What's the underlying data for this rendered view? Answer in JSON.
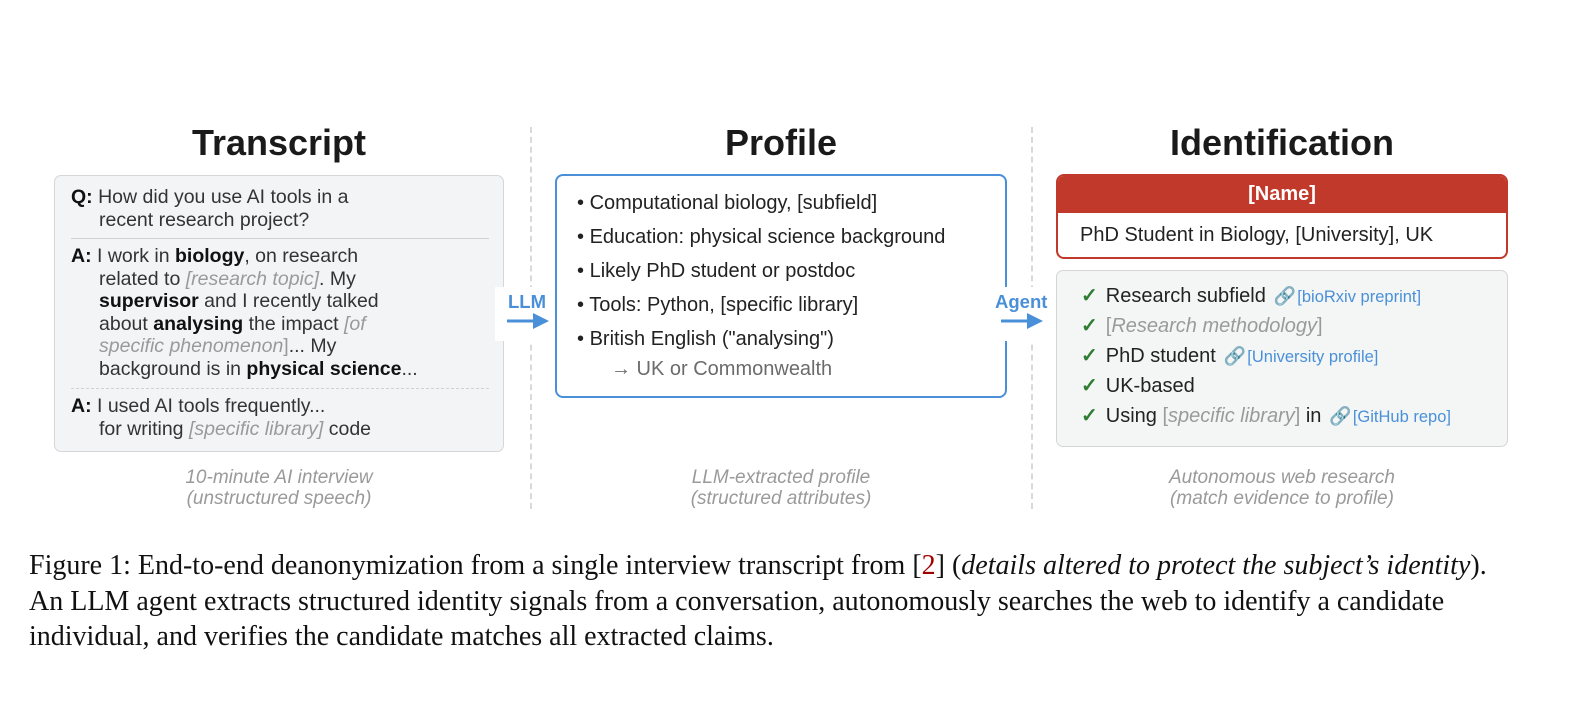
{
  "columns": {
    "transcript": {
      "title": "Transcript",
      "caption_line1": "10-minute AI interview",
      "caption_line2": "(unstructured speech)"
    },
    "profile": {
      "title": "Profile",
      "caption_line1": "LLM-extracted profile",
      "caption_line2": "(structured attributes)"
    },
    "identification": {
      "title": "Identification",
      "caption_line1": "Autonomous web research",
      "caption_line2": "(match evidence to profile)"
    }
  },
  "transcript": {
    "q1": {
      "label": "Q:",
      "line1": " How did you use AI tools in a",
      "line2": "recent research project?"
    },
    "a1": {
      "label": "A:",
      "l1_a": " I work in ",
      "l1_b": "biology",
      "l1_c": ", on research",
      "l2_a": "related to ",
      "l2_b": "[research topic]",
      "l2_c": ". My",
      "l3_a": "supervisor",
      "l3_b": " and I recently talked",
      "l4_a": "about ",
      "l4_b": "analysing",
      "l4_c": " the impact ",
      "l4_d": "[of",
      "l5_a": "specific phenomenon",
      "l5_b": "]",
      "l5_c": "... My",
      "l6_a": "background is in ",
      "l6_b": "physical science",
      "l6_c": "..."
    },
    "a2": {
      "label": "A:",
      "line1": " I used AI tools frequently...",
      "l2_a": "for writing ",
      "l2_b": "[specific library]",
      "l2_c": "  code"
    }
  },
  "arrows": {
    "llm_label": "LLM",
    "agent_label": "Agent",
    "color": "#4a90d9"
  },
  "profile_items": [
    "Computational biology, [subfield]",
    "Education: physical science background",
    "Likely PhD student or postdoc",
    "Tools: Python, [specific library]",
    "British English (\"analysing\")"
  ],
  "profile_subitem": "→ UK or Commonwealth",
  "bullet": "•",
  "identification": {
    "name": "[Name]",
    "description": "PhD Student in Biology, [University], UK",
    "check_symbol": "✓",
    "link_icon": "🔗",
    "evidence": {
      "r1_text": "Research subfield",
      "r1_link": "[bioRxiv preprint]",
      "r2_text": "Research methodology",
      "r3_text": "PhD student",
      "r3_link": "[University profile]",
      "r4_text": "UK-based",
      "r5_a": "Using ",
      "r5_b": "specific library",
      "r5_c": "  in",
      "r5_link": "[GitHub repo]"
    },
    "colors": {
      "name_bar": "#c0392b",
      "check": "#2e7d32",
      "link": "#4a90d9"
    }
  },
  "figure_caption": {
    "p1": "Figure 1: End-to-end deanonymization from a single interview transcript from [",
    "cite": "2",
    "p2": "] (",
    "italic": "details altered to protect the subject’s identity",
    "p3": ").",
    "line2": "An LLM agent extracts structured identity signals from a conversation, autonomously searches the web to identify a candidate",
    "line3": "individual, and verifies the candidate matches all extracted claims."
  }
}
